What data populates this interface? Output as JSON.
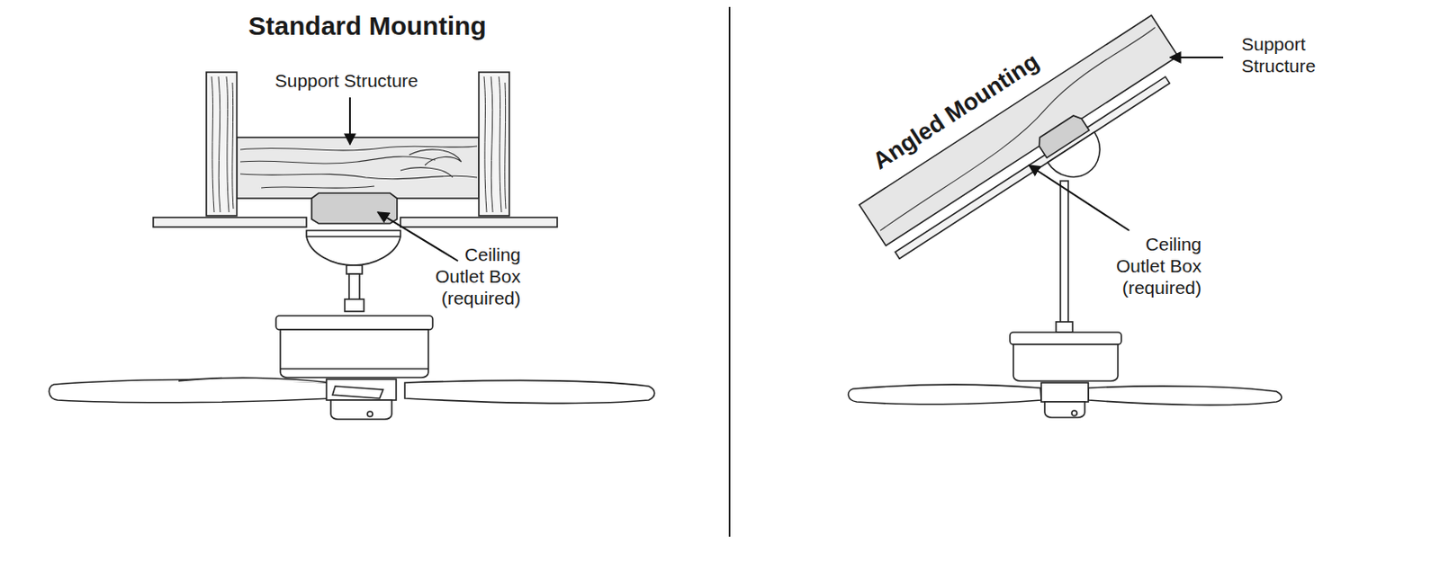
{
  "diagram": {
    "labels": [
      "Standard Mounting",
      "Support Structure",
      "Ceiling Outlet Box (required)",
      "Angled Mounting",
      "Support Structure",
      "Ceiling Outlet Box (required)"
    ]
  }
}
